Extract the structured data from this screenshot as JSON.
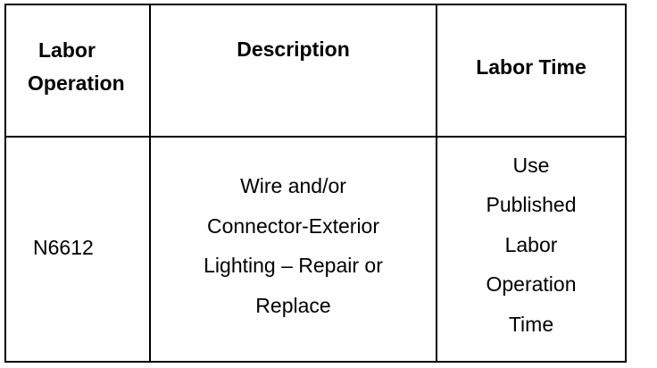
{
  "table": {
    "headers": {
      "labor_operation_line1": "Labor",
      "labor_operation_line2": "Operation",
      "description": "Description",
      "labor_time": "Labor Time"
    },
    "rows": [
      {
        "labor_operation": "N6612",
        "description_lines": [
          "Wire and/or",
          "Connector-Exterior",
          "Lighting – Repair or",
          "Replace"
        ],
        "labor_time_lines": [
          "Use",
          "Published",
          "Labor",
          "Operation",
          "Time"
        ]
      }
    ]
  }
}
